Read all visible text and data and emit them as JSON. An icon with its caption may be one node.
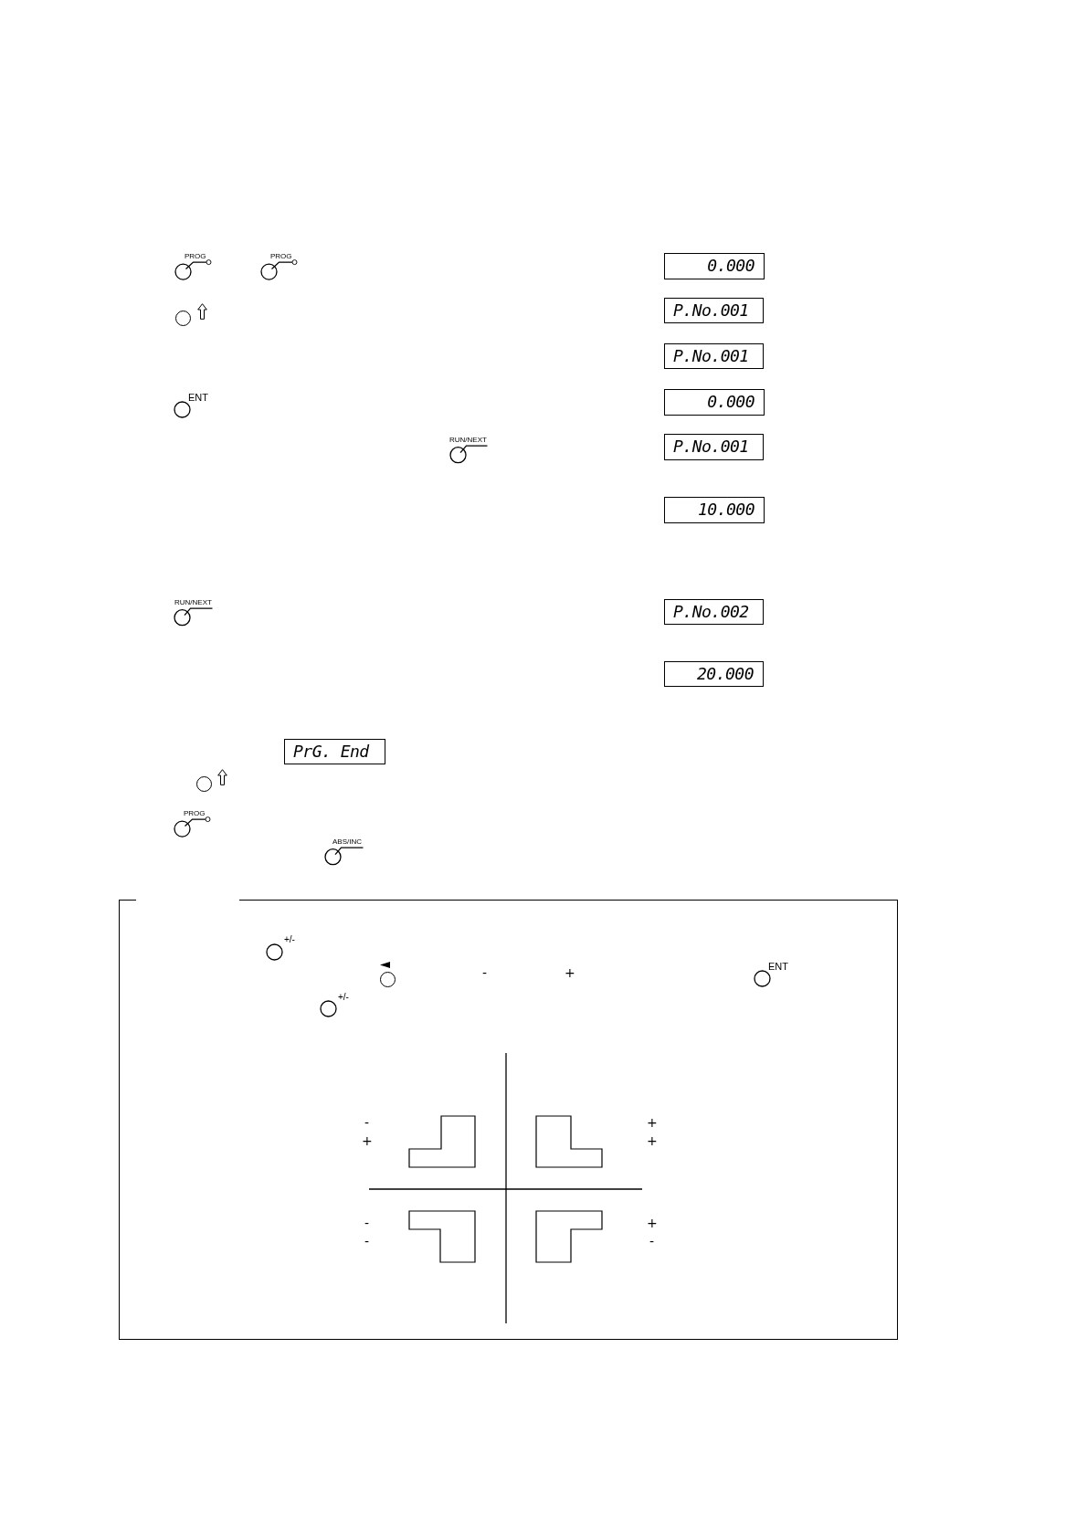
{
  "diagram": {
    "nodes": [
      {
        "text": [
          "PROG"
        ]
      },
      {
        "text": [
          "PROG"
        ]
      },
      {
        "text": [
          "0.000"
        ]
      },
      {
        "text": [],
        "shape": "circle"
      },
      {
        "text": [
          "P.No.001"
        ]
      },
      {
        "text": [
          "P.No.001"
        ]
      },
      {
        "text": [
          "ENT"
        ]
      },
      {
        "text": [
          "0.000"
        ]
      },
      {
        "text": [
          "RUN/NEXT"
        ]
      },
      {
        "text": [
          "P.No.001"
        ]
      },
      {
        "text": [
          "10.000"
        ]
      },
      {
        "text": [
          "RUN/NEXT"
        ]
      },
      {
        "text": [
          "P.No.002"
        ]
      },
      {
        "text": [
          "20.000"
        ]
      },
      {
        "text": [
          "PrG. End"
        ]
      },
      {
        "text": [],
        "shape": "circle"
      },
      {
        "text": [
          "PROG"
        ]
      },
      {
        "text": [
          "ABS/INC"
        ]
      },
      {
        "text": [],
        "shape": "box"
      },
      {
        "text": [
          "+/-"
        ],
        "in": 18
      },
      {
        "text": [],
        "shape": "circle",
        "in": 18
      },
      {
        "text": [
          "ENT"
        ],
        "in": 18
      },
      {
        "text": [
          "+/-"
        ],
        "in": 18
      }
    ],
    "labels": [
      "-",
      "+",
      "-",
      "+",
      "+",
      "+",
      "-",
      "+",
      "-",
      "-"
    ]
  }
}
